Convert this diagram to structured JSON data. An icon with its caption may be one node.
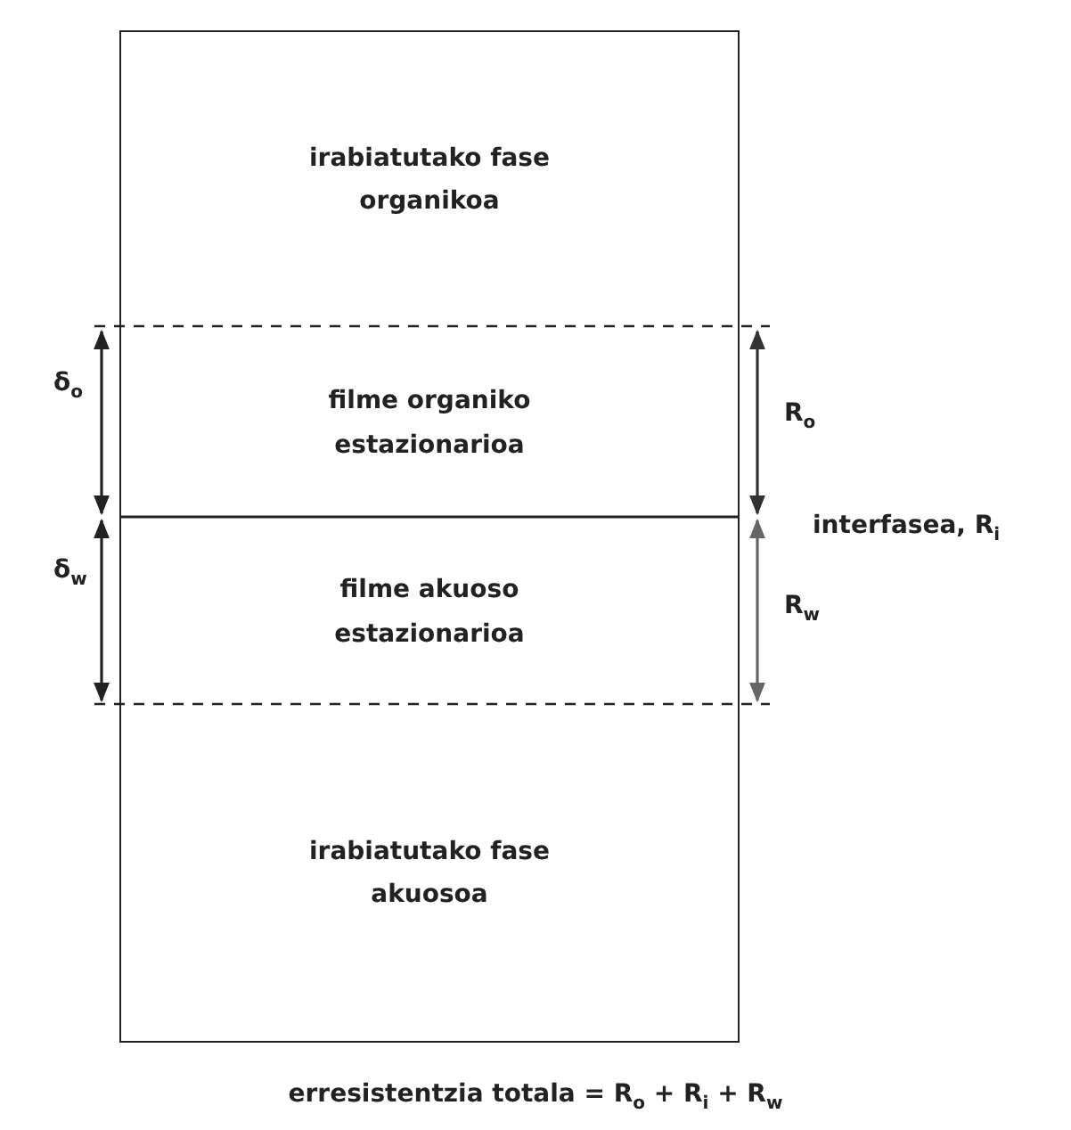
{
  "diagram": {
    "caption": "erresistentzia totala = R$_{o}$ + R$_{i}$ + R$_{w}$",
    "nodes": [
      {
        "text": [
          "irabiatutako fase organikoa"
        ]
      },
      {
        "text": [
          "filme organiko estazionarioa"
        ]
      },
      {
        "text": [
          "filme akuoso estazionarioa"
        ]
      },
      {
        "text": [
          "irabiatutako fase akuosoa"
        ]
      }
    ],
    "labels": [
      "δ$_{o}$",
      "δ$_{w}$",
      "R$_{o}$",
      "R$_{w}$",
      "interfasea, R$_{i}$"
    ]
  }
}
